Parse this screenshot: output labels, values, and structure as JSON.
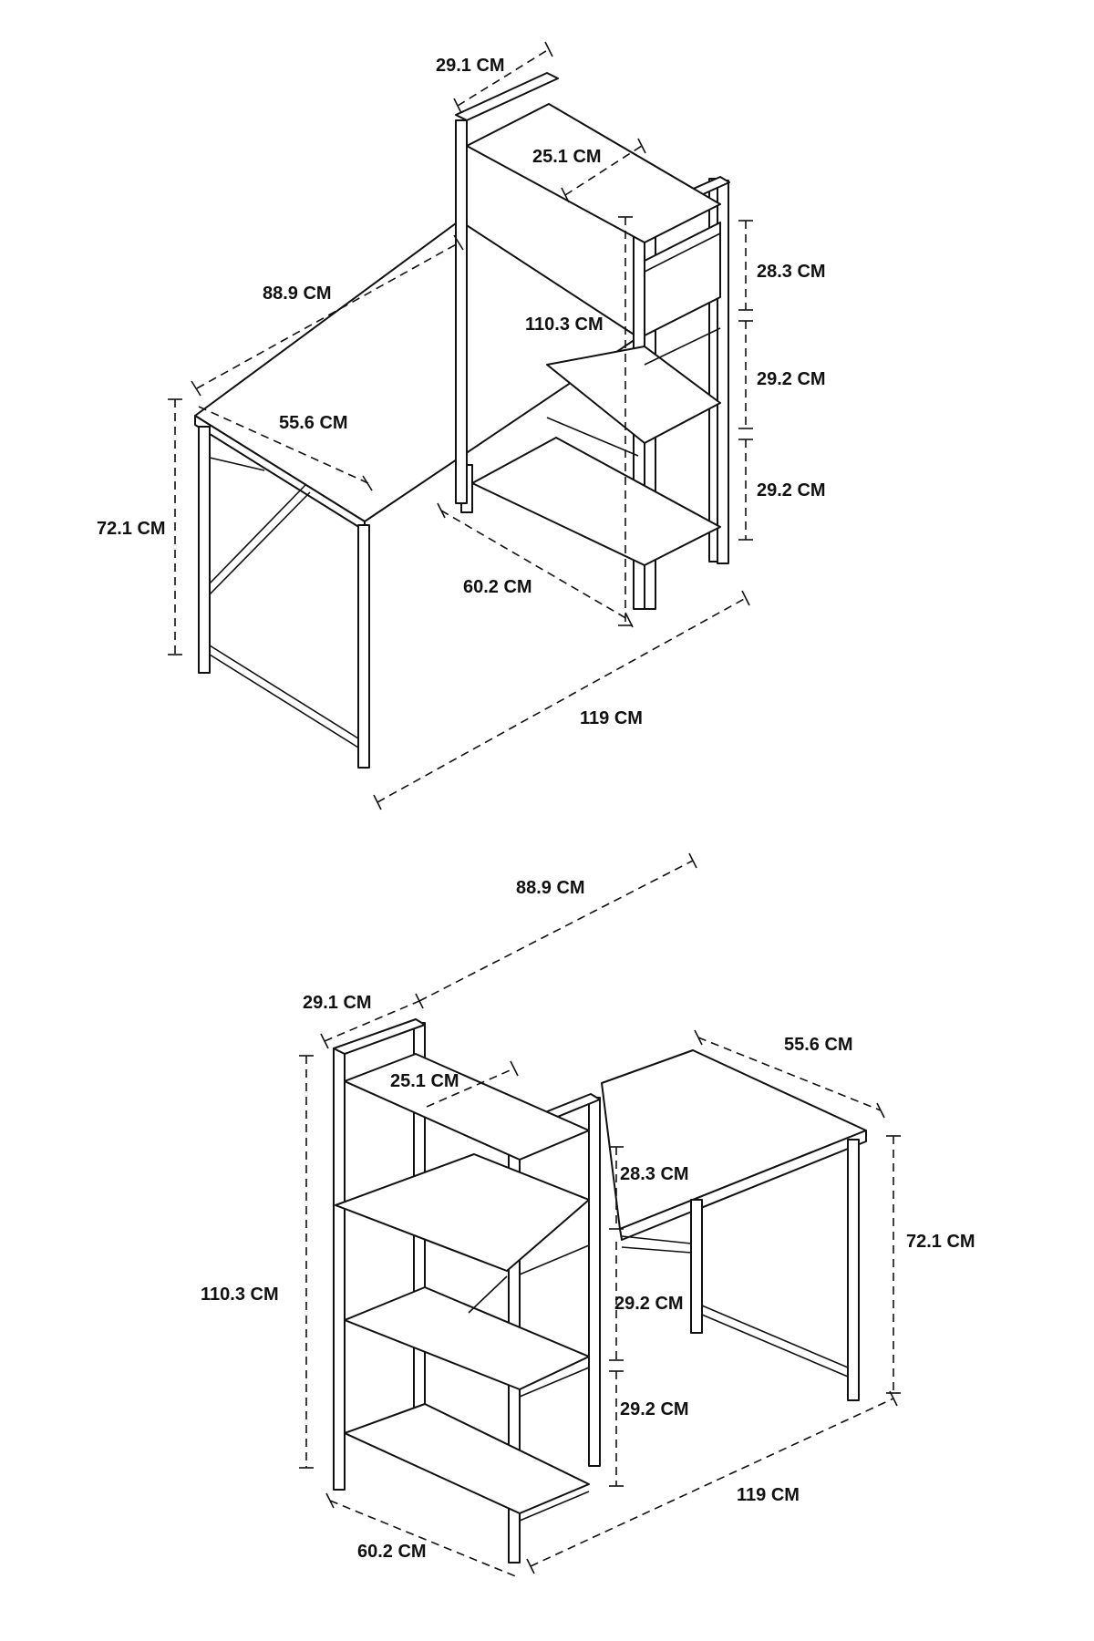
{
  "colors": {
    "line": "#111111",
    "background": "#ffffff"
  },
  "view_top": {
    "width_shelf": "29.1 CM",
    "depth_shelf": "25.1 CM",
    "desk_length": "88.9 CM",
    "total_height": "110.3 CM",
    "desk_depth": "55.6 CM",
    "desk_height": "72.1 CM",
    "shelf_gap_top": "28.3 CM",
    "shelf_gap_mid": "29.2 CM",
    "shelf_gap_low": "29.2 CM",
    "shelf_unit_depth": "60.2 CM",
    "overall_width": "119 CM"
  },
  "view_bottom": {
    "desk_length": "88.9 CM",
    "width_shelf": "29.1 CM",
    "depth_shelf": "25.1 CM",
    "desk_depth": "55.6 CM",
    "shelf_gap_top": "28.3 CM",
    "desk_height": "72.1 CM",
    "total_height": "110.3 CM",
    "shelf_gap_mid": "29.2 CM",
    "shelf_gap_low": "29.2 CM",
    "overall_width": "119 CM",
    "shelf_unit_depth": "60.2 CM"
  }
}
